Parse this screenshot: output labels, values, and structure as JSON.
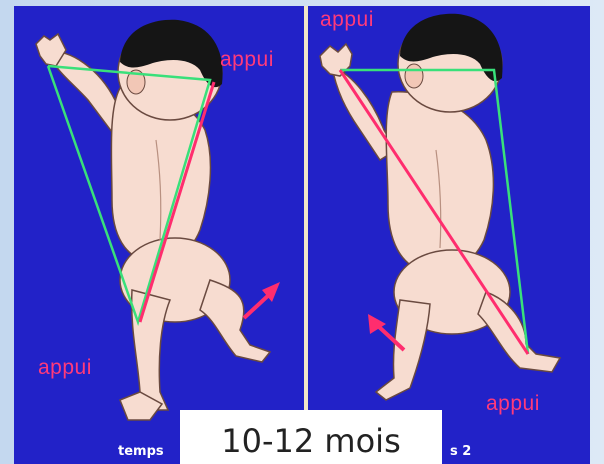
{
  "labels": {
    "left_appui_top": "appui",
    "left_appui_bottom": "appui",
    "right_appui_top": "appui",
    "right_appui_bottom": "appui",
    "left_temps": "temps",
    "right_temps": "s 2"
  },
  "age_caption": "10-12 mois",
  "colors": {
    "background": "#2222c8",
    "green_line": "#39e07a",
    "red_line": "#ff2d6e",
    "label": "#ff3a7a",
    "skin": "#f7dcd0",
    "hair": "#151515",
    "divider": "#f2e6c8"
  }
}
